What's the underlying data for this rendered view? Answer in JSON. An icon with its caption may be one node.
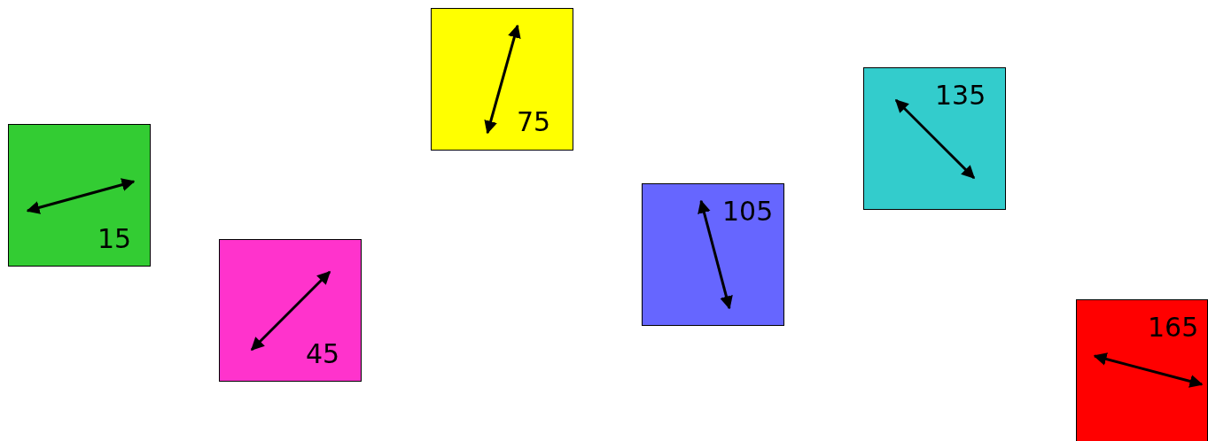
{
  "diagram": {
    "nodes": [
      {
        "text": [
          "15"
        ]
      },
      {
        "text": [
          "45"
        ]
      },
      {
        "text": [
          "75"
        ]
      },
      {
        "text": [
          "105"
        ]
      },
      {
        "text": [
          "135"
        ]
      },
      {
        "text": [
          "165"
        ]
      }
    ]
  }
}
